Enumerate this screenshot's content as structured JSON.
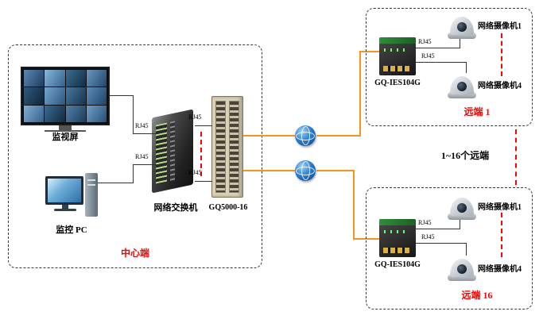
{
  "center": {
    "title": "中心端",
    "monitor_label": "监视屏",
    "pc_label": "监控 PC",
    "switch_label": "网络交换机",
    "gq5000_label": "GQ5000-16"
  },
  "labels": {
    "rj45": "RJ45",
    "scale_note": "1~16个远端"
  },
  "remote1": {
    "title": "远端 1",
    "device": "GQ-IES104G",
    "camera_top": "网络摄像机1",
    "camera_bottom": "网络摄像机4"
  },
  "remote16": {
    "title": "远端 16",
    "device": "GQ-IES104G",
    "camera_top": "网络摄像机1",
    "camera_bottom": "网络摄像机4"
  },
  "colors": {
    "orange": "#f7941d",
    "red": "#ff0000",
    "wire": "#333333"
  }
}
